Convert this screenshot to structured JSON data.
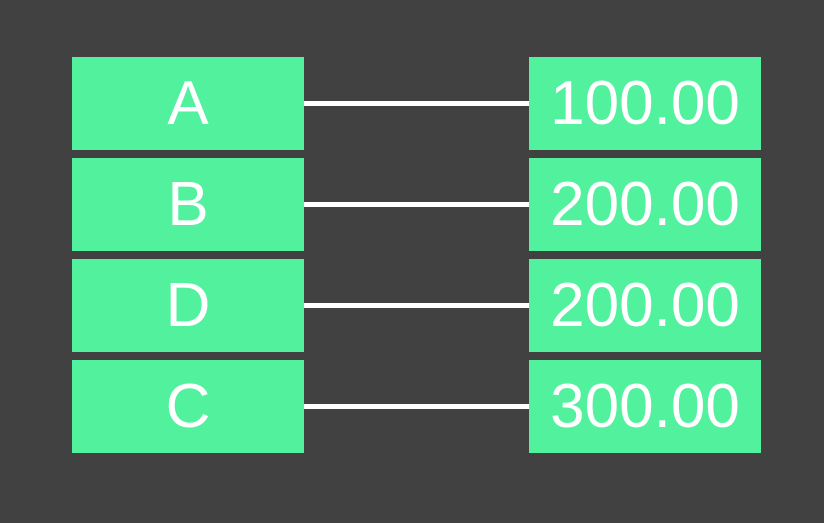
{
  "diagram": {
    "rows": [
      {
        "key": "A",
        "value": "100.00"
      },
      {
        "key": "B",
        "value": "200.00"
      },
      {
        "key": "D",
        "value": "200.00"
      },
      {
        "key": "C",
        "value": "300.00"
      }
    ],
    "colors": {
      "background": "#414141",
      "box_fill": "#52f19e",
      "connector": "#ffffff",
      "text": "#ffffff"
    }
  }
}
